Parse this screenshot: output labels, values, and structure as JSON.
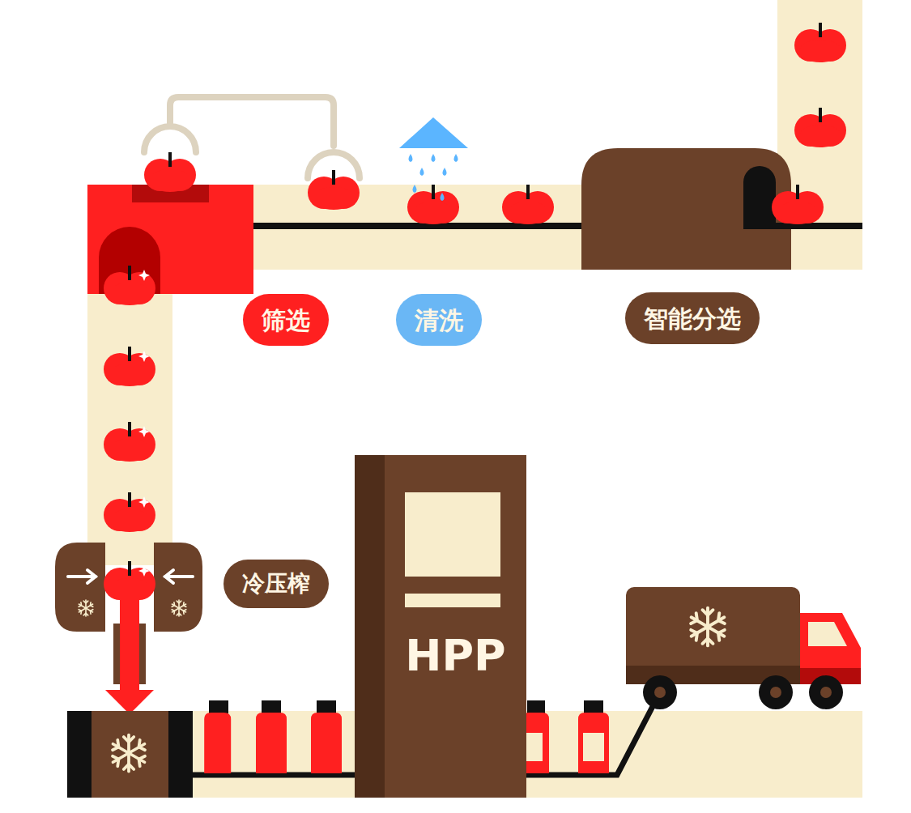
{
  "diagram": {
    "nodes": [
      {
        "text": [
          "筛选"
        ]
      },
      {
        "text": [
          "清洗"
        ]
      },
      {
        "text": [
          "智能分选"
        ]
      },
      {
        "text": [
          "冷压榨"
        ]
      },
      {
        "text": [
          "HPP"
        ]
      }
    ]
  }
}
